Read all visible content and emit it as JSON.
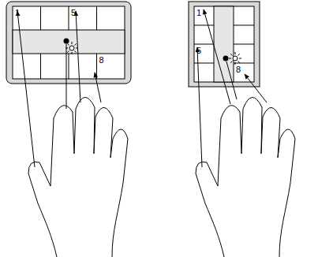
{
  "diagram": {
    "nodes": [
      {
        "text": [
          "1"
        ]
      },
      {
        "text": [
          "5"
        ]
      },
      {
        "text": [
          "8"
        ]
      },
      {
        "text": [
          "1"
        ]
      },
      {
        "text": [
          "5"
        ]
      },
      {
        "text": [
          "8"
        ]
      }
    ]
  }
}
